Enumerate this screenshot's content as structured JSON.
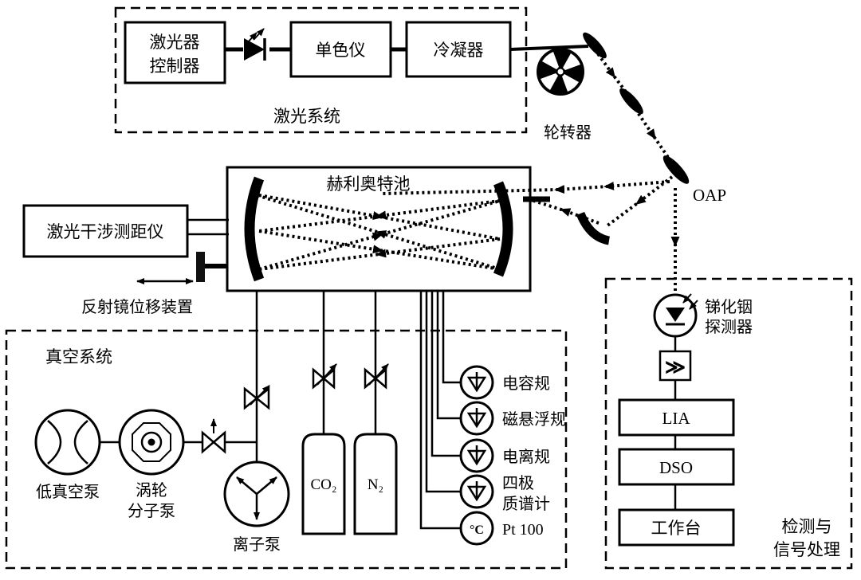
{
  "diagram": {
    "laser_system": {
      "box_label": "激光系统",
      "controller_line1": "激光器",
      "controller_line2": "控制器",
      "monochromator": "单色仪",
      "condenser": "冷凝器"
    },
    "chopper_label": "轮转器",
    "oap_label": "OAP",
    "herriott_cell_label": "赫利奥特池",
    "interferometer_label": "激光干涉测距仪",
    "mirror_stage_label": "反射镜位移装置",
    "vacuum_system": {
      "box_label": "真空系统",
      "roughing_pump": "低真空泵",
      "turbo_line1": "涡轮",
      "turbo_line2": "分子泵",
      "ion_pump": "离子泵",
      "co2": "CO₂",
      "n2": "N₂",
      "gauge_capacitance": "电容规",
      "gauge_maglev": "磁悬浮规",
      "gauge_ionization": "电离规",
      "gauge_quadrupole_line1": "四极",
      "gauge_quadrupole_line2": "质谱计",
      "gauge_pt100": "Pt 100",
      "pt100_symbol": "°C"
    },
    "detection": {
      "box_label_line1": "检测与",
      "box_label_line2": "信号处理",
      "detector_line1": "锑化铟",
      "detector_line2": "探测器",
      "amp_symbol": "≫",
      "lia": "LIA",
      "dso": "DSO",
      "workstation": "工作台"
    }
  }
}
